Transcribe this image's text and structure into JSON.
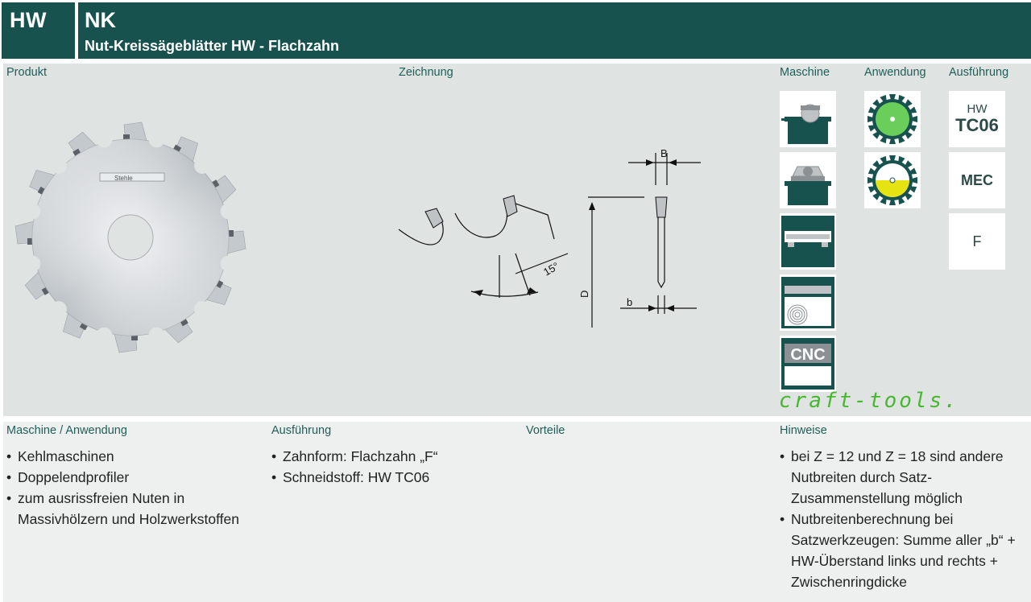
{
  "header": {
    "code": "HW",
    "title": "NK",
    "subtitle": "Nut-Kreissägeblätter HW - Flachzahn"
  },
  "top_labels": {
    "product": "Produkt",
    "drawing": "Zeichnung",
    "machine": "Maschine",
    "application": "Anwendung",
    "execution": "Ausführung"
  },
  "blade": {
    "brand_plate": "Stehle"
  },
  "drawing": {
    "dim_B": "B",
    "dim_b": "b",
    "dim_D": "D",
    "angle": "15°"
  },
  "machine_icons": [
    "table-saw-icon",
    "double-end-profiler-icon",
    "moulder-icon",
    "edge-bander-icon",
    "cnc-icon"
  ],
  "machine_cnc_label": "CNC",
  "application_icons": [
    "blade-green-icon",
    "blade-yellow-icon"
  ],
  "execution": {
    "hw": "HW",
    "tc": "TC06",
    "mec": "MEC",
    "f": "F"
  },
  "brand": "craft-tools.",
  "colors": {
    "header": "#17524e",
    "accent_green": "#46b82f",
    "label_teal": "#1f5e58",
    "apply_green": "#6acf5a",
    "apply_yellow": "#e6e312"
  },
  "bottom": {
    "labels": {
      "machine_app": "Maschine / Anwendung",
      "execution": "Ausführung",
      "advantages": "Vorteile",
      "notes": "Hinweise"
    },
    "machine_app_items": [
      "Kehlmaschinen",
      "Doppelendprofiler",
      "zum ausrissfreien Nuten in Massivhölzern und Holzwerkstoffen"
    ],
    "execution_items": [
      "Zahnform: Flachzahn „F“",
      "Schneidstoff: HW TC06"
    ],
    "notes_items": [
      "bei Z = 12 und Z = 18 sind andere Nutbreiten durch Satz-Zusammenstellung möglich",
      "Nutbreitenberechnung bei Satzwerkzeugen: Summe aller „b“ + HW-Überstand links und rechts + Zwischenringdicke"
    ]
  }
}
